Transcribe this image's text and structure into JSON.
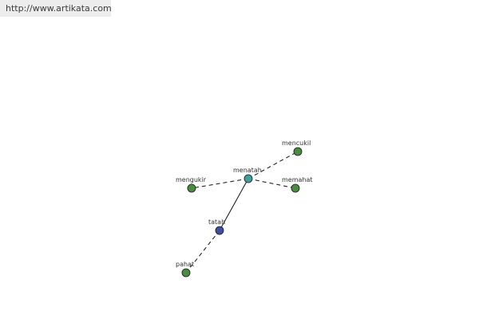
{
  "watermark": {
    "text": "http://www.artikata.com"
  },
  "graph": {
    "nodes": [
      {
        "id": "mencukil",
        "label": "mencukil",
        "color": "#4a8c3f"
      },
      {
        "id": "menatah",
        "label": "menatah",
        "color": "#3f9e9e"
      },
      {
        "id": "mengukir",
        "label": "mengukir",
        "color": "#4a8c3f"
      },
      {
        "id": "memahat",
        "label": "memahat",
        "color": "#4a8c3f"
      },
      {
        "id": "tatah",
        "label": "tatah",
        "color": "#3f4fa0"
      },
      {
        "id": "pahat",
        "label": "pahat",
        "color": "#4a8c3f"
      }
    ],
    "edges": [
      {
        "from": "menatah",
        "to": "mencukil",
        "style": "dashed"
      },
      {
        "from": "menatah",
        "to": "mengukir",
        "style": "dashed"
      },
      {
        "from": "menatah",
        "to": "memahat",
        "style": "dashed"
      },
      {
        "from": "menatah",
        "to": "tatah",
        "style": "solid"
      },
      {
        "from": "tatah",
        "to": "pahat",
        "style": "dashed"
      }
    ]
  }
}
